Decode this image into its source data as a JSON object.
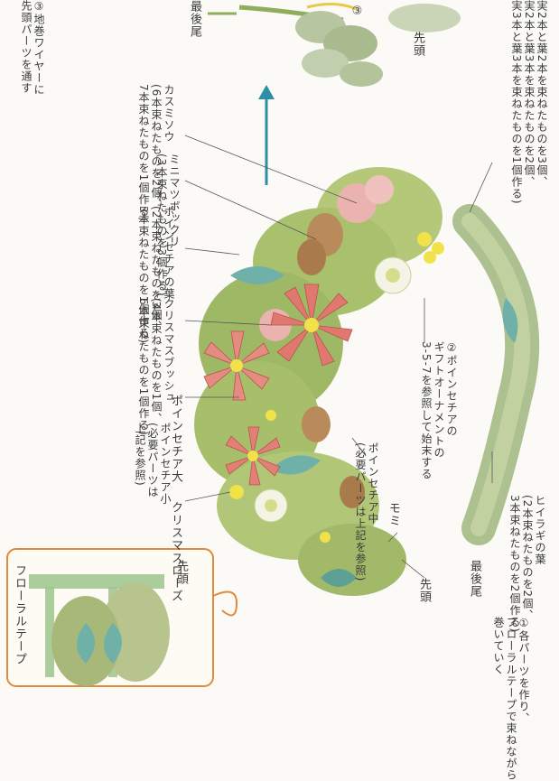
{
  "labels": {
    "top_right_note": "実2本と葉2本を束ねたものを3個、\n実2本と葉3本を束ねたものを2個、\n実3本と葉3本を束ねたものを1個作る)",
    "holly_leaves": "ヒイラギの葉\n(2本束ねたものを2個、\n3本束ねたものを2個作る)",
    "last_end_right": "最後尾",
    "poinsettia_ornament": "②ポインセチアの\nギフトオーナメントの\n3-5-7を参照して始末する",
    "poinsettia_medium": "ポインセチア中\n(必要パーツは上記を参照)",
    "fir": "モミ",
    "head_right": "先頭",
    "step1": "①各パーツを作り、\nフローラルテープで束ねながら\n巻いていく",
    "christmas_rose": "クリスマスローズ",
    "poinsettia_small": "ポインセチア小\n(必要パーツは\n上記を参照)",
    "poinsettia_large": "ポインセチア大",
    "christmas_mistletoe": "クリスマスブッシュ\n(4本束ねたものを1個、\n6本束ねたものを1個作る)",
    "poinsettia_leaf": "ポインセチアの葉\n(2本束ねたものを3個、\n3本束ねたものを1個作る)",
    "mini_cones": "ミニマツボックリ\n(3本束ねたものを3個作る)",
    "kasumisou": "カスミソウ\n(6本束ねたものを2個、\n7本束ねたものを1個作る)",
    "head_top": "先頭",
    "step3": "③地巻ワイヤーに\n先頭パーツを通す",
    "last_end_top": "最後尾",
    "circle3": "③",
    "inset_head": "先頭",
    "inset_tape": "フローラルテープ"
  },
  "colors": {
    "arrow": "#2c8fa6",
    "inset_border": "#e08a3c",
    "poinsettia": "#e0786f",
    "leaf_green": "#a8c46a",
    "teal_leaf": "#6fb1a8",
    "yellow": "#f2e24a",
    "brown": "#b98a5a"
  }
}
